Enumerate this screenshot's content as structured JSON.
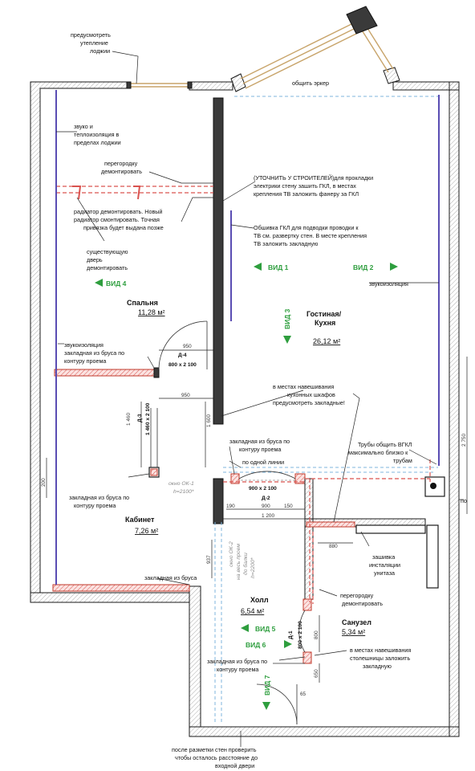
{
  "rooms": {
    "bedroom": {
      "name": "Спальня",
      "area": "11,28 м²"
    },
    "living": {
      "name_line1": "Гостиная/",
      "name_line2": "Кухня",
      "area": "26,12 м²"
    },
    "office": {
      "name": "Кабинет",
      "area": "7,26 м²"
    },
    "hall": {
      "name": "Холл",
      "area": "6,54 м²"
    },
    "bathroom": {
      "name": "Санузел",
      "area": "5,34 м²"
    }
  },
  "notes": {
    "loggia_insulation": [
      "предусмотреть",
      "утепление",
      "лоджии"
    ],
    "bay_window": "общить эркер",
    "sound_heat_iso": [
      "звуко и",
      "теплоизоляция в",
      "пределах лоджии"
    ],
    "partition_demolish_top": [
      "перегородку",
      "демонтировать"
    ],
    "radiator": [
      "радиатор демонтировать. Новый",
      "радиатор смонтировать. Точная",
      "привязка будет выдана позже"
    ],
    "door_demolish": [
      "существующую",
      "дверь",
      "демонтировать"
    ],
    "clarify_builder": [
      "(УТОЧНИТЬ У СТРОИТЕЛЕЙ)для прокладки",
      "электрики стену зашить ГКЛ, в местах",
      "крепления ТВ заложить фанеру за ГКЛ"
    ],
    "gkl_cladding": [
      "Обшивка ГКЛ для подводки проводки к",
      "ТВ см. развертку стен. В месте крепления",
      "ТВ заложить закладную"
    ],
    "soundproof_right": "звукоизоляция",
    "soundproof_left": "звукоизоляция",
    "timber_embed_1": [
      "закладная из бруса по",
      "контуру проема"
    ],
    "kitchen_cabinets": [
      "в местах навешивания",
      "кухонных шкафов",
      "предусмотреть закладные!"
    ],
    "timber_embed_2": [
      "закладная из бруса по",
      "контуру проема"
    ],
    "one_line": "по одной линии",
    "pipes": [
      "Трубы общить ВГКЛ",
      "максимально близко к",
      "трубам"
    ],
    "timber_embed_3": [
      "закладная из бруса по",
      "контуру проема"
    ],
    "toilet_install": [
      "зашивка",
      "инсталяции",
      "унитаза"
    ],
    "timber_embed_plain": "закладная из бруса",
    "partition_demolish_bottom": [
      "перегородку",
      "демонтировать"
    ],
    "countertop": [
      "в местах навешивания",
      "столешницы заложить",
      "закладную"
    ],
    "timber_embed_4": [
      "закладная из бруса по",
      "контуру проема"
    ],
    "marking_check": [
      "после разметки стен проверить",
      "чтобы осталось расстояние до",
      "входной двери"
    ],
    "edge_fragment": "по"
  },
  "views": {
    "v1": "ВИД 1",
    "v2": "ВИД 2",
    "v3": "ВИД 3",
    "v4": "ВИД 4",
    "v5": "ВИД 5",
    "v6": "ВИД 6",
    "v7": "ВИД 7"
  },
  "doors": {
    "d4": {
      "id": "Д-4",
      "size": "800 x 2 100"
    },
    "d3": {
      "id": "Д-3",
      "size": "1 460 x 2 100"
    },
    "d2": {
      "id": "Д-2",
      "size": "900 x 2 100"
    },
    "d1": {
      "id": "Д-1",
      "size": "800 x 2 100"
    }
  },
  "windows_gray": {
    "ok1": [
      "окно ОК-1",
      "h=2100*"
    ],
    "ok2": [
      "окно ОК-2",
      "на весь проем",
      "до балки",
      "h=2200*"
    ]
  },
  "dims": {
    "d950a": "950",
    "d950b": "950",
    "d1460": "1 460",
    "d1600": "1 600",
    "d190": "190",
    "d900": "900",
    "d150": "150",
    "d1200": "1 200",
    "d937": "937",
    "d880": "880",
    "d800": "800",
    "d650": "650",
    "d65": "65",
    "d200": "200",
    "d2750": "2 750"
  }
}
